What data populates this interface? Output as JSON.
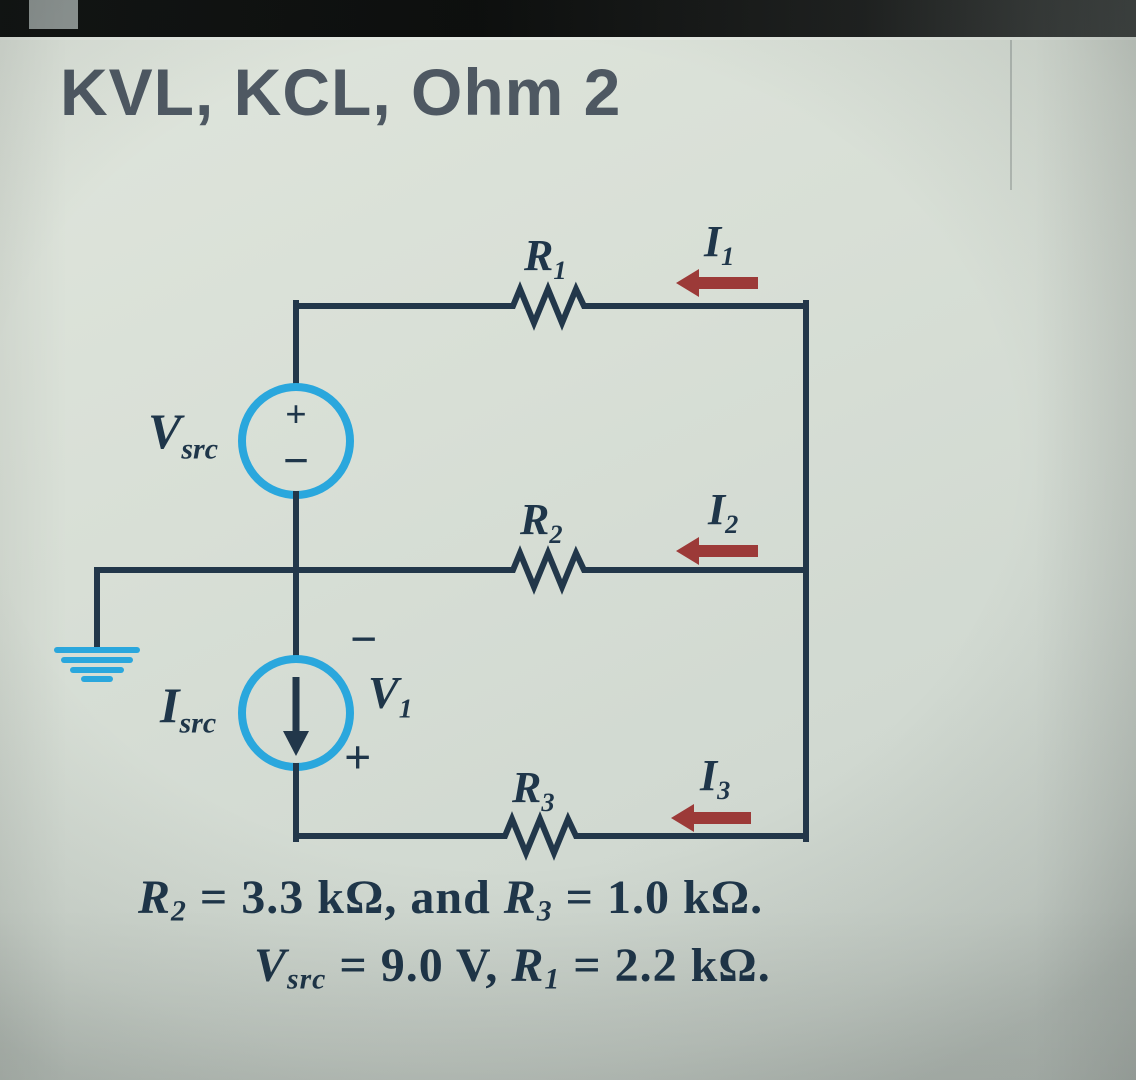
{
  "title": "KVL, KCL, Ohm 2",
  "circuit": {
    "labels": {
      "r1": {
        "base": "R",
        "sub": "1"
      },
      "r2": {
        "base": "R",
        "sub": "2"
      },
      "r3": {
        "base": "R",
        "sub": "3"
      },
      "i1": {
        "base": "I",
        "sub": "1"
      },
      "i2": {
        "base": "I",
        "sub": "2"
      },
      "i3": {
        "base": "I",
        "sub": "3"
      },
      "vsrc": {
        "base": "V",
        "sub": "src"
      },
      "isrc": {
        "base": "I",
        "sub": "src"
      },
      "v1": {
        "base": "V",
        "sub": "1"
      },
      "vsrc_plus": "+",
      "vsrc_minus": "−",
      "v1_minus": "−",
      "v1_plus": "+"
    }
  },
  "equations": {
    "line1": {
      "v1b": "R",
      "v1s": "2",
      "m1": " = 3.3 kΩ, and ",
      "v2b": "R",
      "v2s": "3",
      "m2": " = 1.0 kΩ."
    },
    "line2": {
      "v1b": "V",
      "v1s": "src",
      "m1": " = 9.0 V, ",
      "v2b": "R",
      "v2s": "1",
      "m2": " = 2.2 kΩ."
    }
  },
  "colors": {
    "wire": "#22374a",
    "source": "#2aa7dd",
    "arrow": "#9c3a38",
    "ink": "#1f364a",
    "title": "#4e5862"
  }
}
